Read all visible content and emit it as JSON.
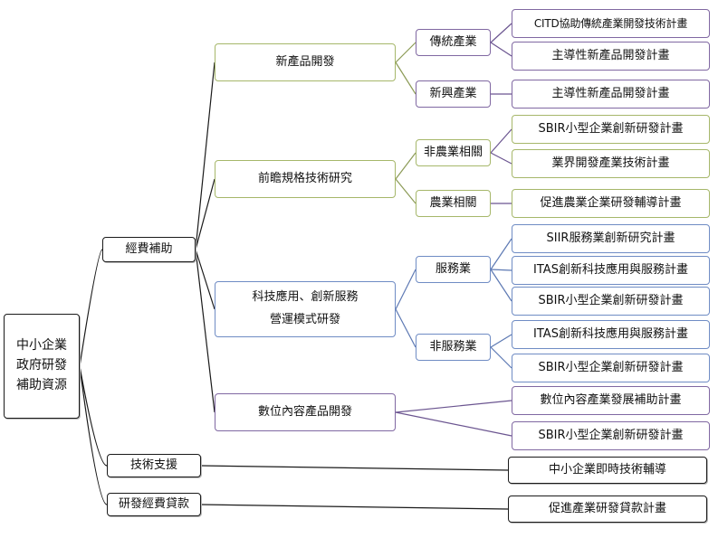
{
  "root": {
    "lines": [
      "中小企業",
      "政府研發",
      "補助資源"
    ]
  },
  "level1": {
    "funding": "經費補助",
    "tech_support": "技術支援",
    "loans": "研發經費貸款"
  },
  "level2": {
    "new_product": "新產品開發",
    "forward_tech": "前瞻規格技術研究",
    "tech_app_line1": "科技應用、創新服務",
    "tech_app_line2": "營運模式研發",
    "digital": "數位內容產品開發"
  },
  "level3": {
    "traditional": "傳統產業",
    "emerging": "新興產業",
    "non_agri": "非農業相關",
    "agri": "農業相關",
    "service": "服務業",
    "non_service": "非服務業"
  },
  "leaves": {
    "citd": "CITD協助傳統產業開發技術計畫",
    "lead_new_product_1": "主導性新產品開發計畫",
    "lead_new_product_2": "主導性新產品開發計畫",
    "sbir_1": "SBIR小型企業創新研發計畫",
    "industry_dev": "業界開發產業技術計畫",
    "agri_promo": "促進農業企業研發輔導計畫",
    "siir": "SIIR服務業創新研究計畫",
    "itas_1": "ITAS創新科技應用與服務計畫",
    "sbir_2": "SBIR小型企業創新研發計畫",
    "itas_2": "ITAS創新科技應用與服務計畫",
    "sbir_3": "SBIR小型企業創新研發計畫",
    "digital_content": "數位內容產業發展補助計畫",
    "sbir_4": "SBIR小型企業創新研發計畫",
    "realtime_tech": "中小企業即時技術輔導",
    "loan_plan": "促進產業研發貸款計畫"
  }
}
